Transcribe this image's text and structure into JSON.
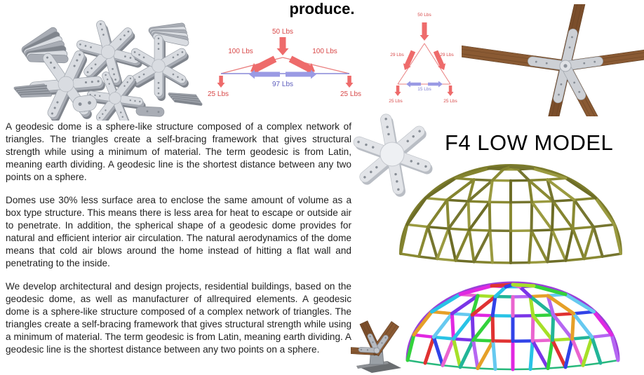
{
  "page": {
    "title": "produce."
  },
  "model": {
    "heading": "F4 LOW MODEL"
  },
  "paragraphs": [
    "A geodesic dome is a sphere-like structure composed of a complex network of triangles. The triangles create a self-bracing framework that gives structural strength while using a minimum of material. The term geodesic is from Latin, meaning earth dividing. A geodesic line is the shortest distance between any two points on a sphere.",
    "Domes use 30% less surface area to enclose the same amount of volume as a box type structure. This means there is less area for heat to escape or outside air to penetrate. In addition, the spherical shape of a geodesic dome provides for natural and efficient interior air circulation. The natural aerodynamics of the dome means that cold air blows around the home instead of hitting a flat wall and penetrating to the inside.",
    "We develop architectural and design projects, residential buildings, based on the geodesic dome, as well as manufacturer of allrequired elements. A geodesic dome is a sphere-like structure composed of a complex network of triangles. The triangles create a self-bracing framework that gives structural strength while using a minimum of material. The term geodesic is from Latin, meaning earth dividing. A geodesic line is the shortest distance between any two points on a sphere."
  ],
  "diagrams": {
    "flat_truss": {
      "top_load": "50 Lbs",
      "left_member": "100 Lbs",
      "right_member": "100 Lbs",
      "bottom_chord": "97 Lbs",
      "left_reaction": "25 Lbs",
      "right_reaction": "25 Lbs"
    },
    "triangle_truss": {
      "top_load": "50 Lbs",
      "left_member": "29 Lbs",
      "right_member": "29 Lbs",
      "bottom_chord": "15 Lbs",
      "left_reaction": "25 Lbs",
      "right_reaction": "25 Lbs"
    }
  },
  "colors": {
    "arrow_red": "#ee6b6b",
    "label_red": "#d84848",
    "arrow_blue": "#9a9ae4",
    "label_blue": "#5d5dbd",
    "line_red": "#ea8080",
    "line_blue": "#8888d8",
    "wood": "#8a5a33",
    "wood_dark": "#7b4e2b",
    "metal_light": "#d9dce1",
    "metal_mid": "#a9adb5",
    "metal_dark": "#80858d",
    "olive_silhouette": "#7c7c2c",
    "olive_palette": [
      "#8a8a33",
      "#767630",
      "#9a9a40",
      "#6d6d27",
      "#84842f"
    ],
    "rainbow_palette": [
      "#e128e1",
      "#28c3e6",
      "#7a35e8",
      "#33d23c",
      "#e03232",
      "#3143e8",
      "#ea64cf",
      "#a6e028",
      "#22b598",
      "#b566f2",
      "#e6a028",
      "#66c9f0"
    ],
    "rainbow_base_ring": "#28b87c"
  }
}
